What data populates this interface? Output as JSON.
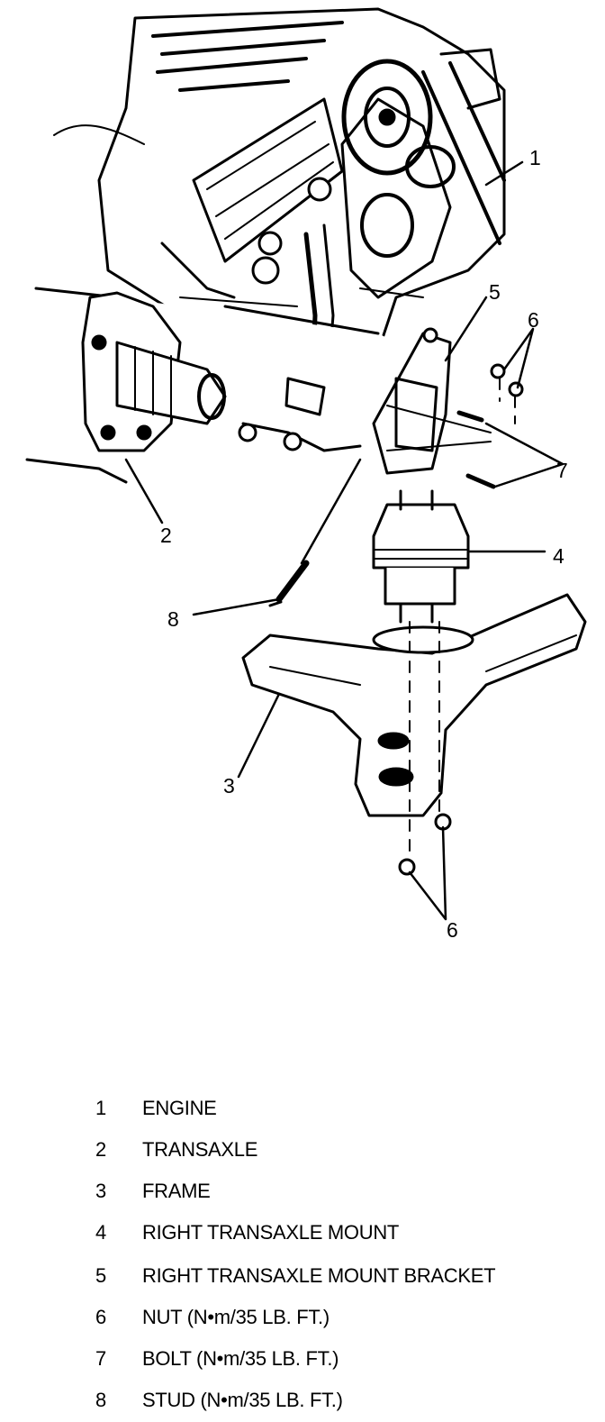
{
  "callouts": {
    "engine": "1",
    "transaxle": "2",
    "frame": "3",
    "mount": "4",
    "bracket": "5",
    "nut_top": "6",
    "nut_bottom": "6",
    "bolt": "7",
    "stud": "8"
  },
  "legend": [
    {
      "num": "1",
      "text": "ENGINE"
    },
    {
      "num": "2",
      "text": "TRANSAXLE"
    },
    {
      "num": "3",
      "text": "FRAME"
    },
    {
      "num": "4",
      "text": "RIGHT TRANSAXLE MOUNT"
    },
    {
      "num": "5",
      "text": "RIGHT TRANSAXLE MOUNT BRACKET"
    },
    {
      "num": "6",
      "text": "NUT (N•m/35 LB. FT.)"
    },
    {
      "num": "7",
      "text": "BOLT (N•m/35 LB. FT.)"
    },
    {
      "num": "8",
      "text": "STUD  (N•m/35 LB. FT.)"
    }
  ]
}
